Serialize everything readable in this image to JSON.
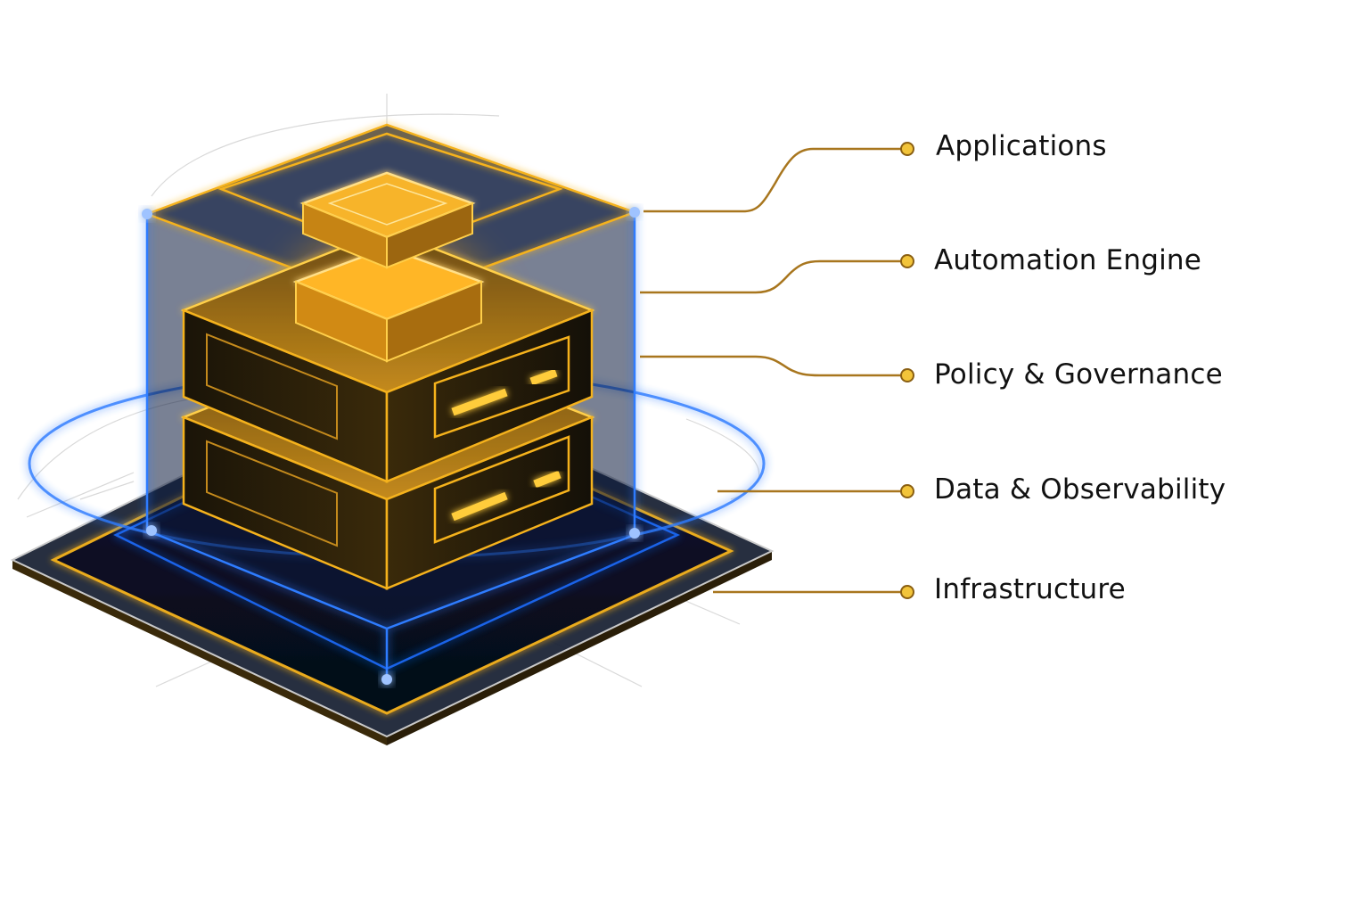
{
  "layers": [
    {
      "id": "applications",
      "label": "Applications"
    },
    {
      "id": "automation-engine",
      "label": "Automation Engine"
    },
    {
      "id": "policy-governance",
      "label": "Policy & Governance"
    },
    {
      "id": "data-observability",
      "label": "Data & Observability"
    },
    {
      "id": "infrastructure",
      "label": "Infrastructure"
    }
  ],
  "colors": {
    "gold": "#f5b21c",
    "gold_light": "#ffd66b",
    "blue": "#1e6dff",
    "connector": "#a8761e",
    "dot": "#f2c43a",
    "dark": "#0b1220",
    "text": "#111111"
  }
}
